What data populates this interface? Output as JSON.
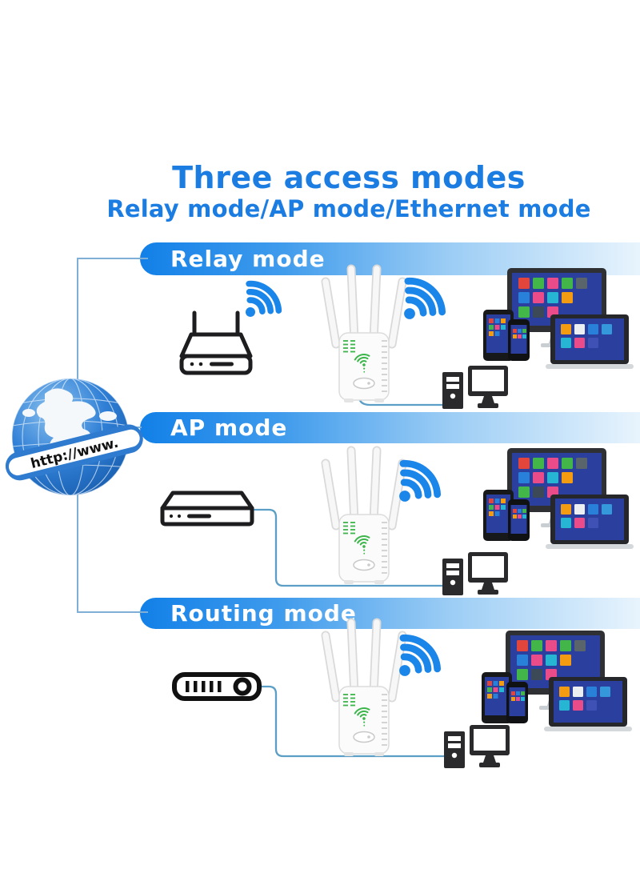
{
  "title": "Three access modes",
  "subtitle": "Relay mode/AP mode/Ethernet mode",
  "globe": {
    "label": "http://www.",
    "icon": "internet-globe-icon"
  },
  "sections": [
    {
      "banner": "Relay mode",
      "source_icon": "wireless-router-icon",
      "uplink": "wifi-signal-icon",
      "repeater_icon": "wifi-repeater-device",
      "downlink": "wifi-signal-icon",
      "clients": [
        "smart-devices-cluster",
        "desktop-pc-icon"
      ],
      "wired_pc_link": true
    },
    {
      "banner": "AP mode",
      "source_icon": "modem-icon",
      "uplink": "ethernet-wire",
      "repeater_icon": "wifi-repeater-device",
      "downlink": "wifi-signal-icon",
      "clients": [
        "smart-devices-cluster",
        "desktop-pc-icon"
      ],
      "wired_pc_link": true
    },
    {
      "banner": "Routing mode",
      "source_icon": "cable-modem-icon",
      "uplink": "ethernet-wire",
      "repeater_icon": "wifi-repeater-device",
      "downlink": "wifi-signal-icon",
      "clients": [
        "smart-devices-cluster",
        "desktop-pc-icon"
      ],
      "wired_pc_link": true
    }
  ],
  "colors": {
    "heading": "#1b7ce2",
    "banner_start": "#1280e8",
    "banner_end": "#e8f4fd",
    "wifi_blue": "#1b86ea",
    "wire_blue": "#5c9fc6",
    "connector_blue": "#7fafd6",
    "device_screen_blue": "#2b3f9e",
    "led_green": "#3cb54a",
    "icon_black": "#1d1d1f"
  }
}
